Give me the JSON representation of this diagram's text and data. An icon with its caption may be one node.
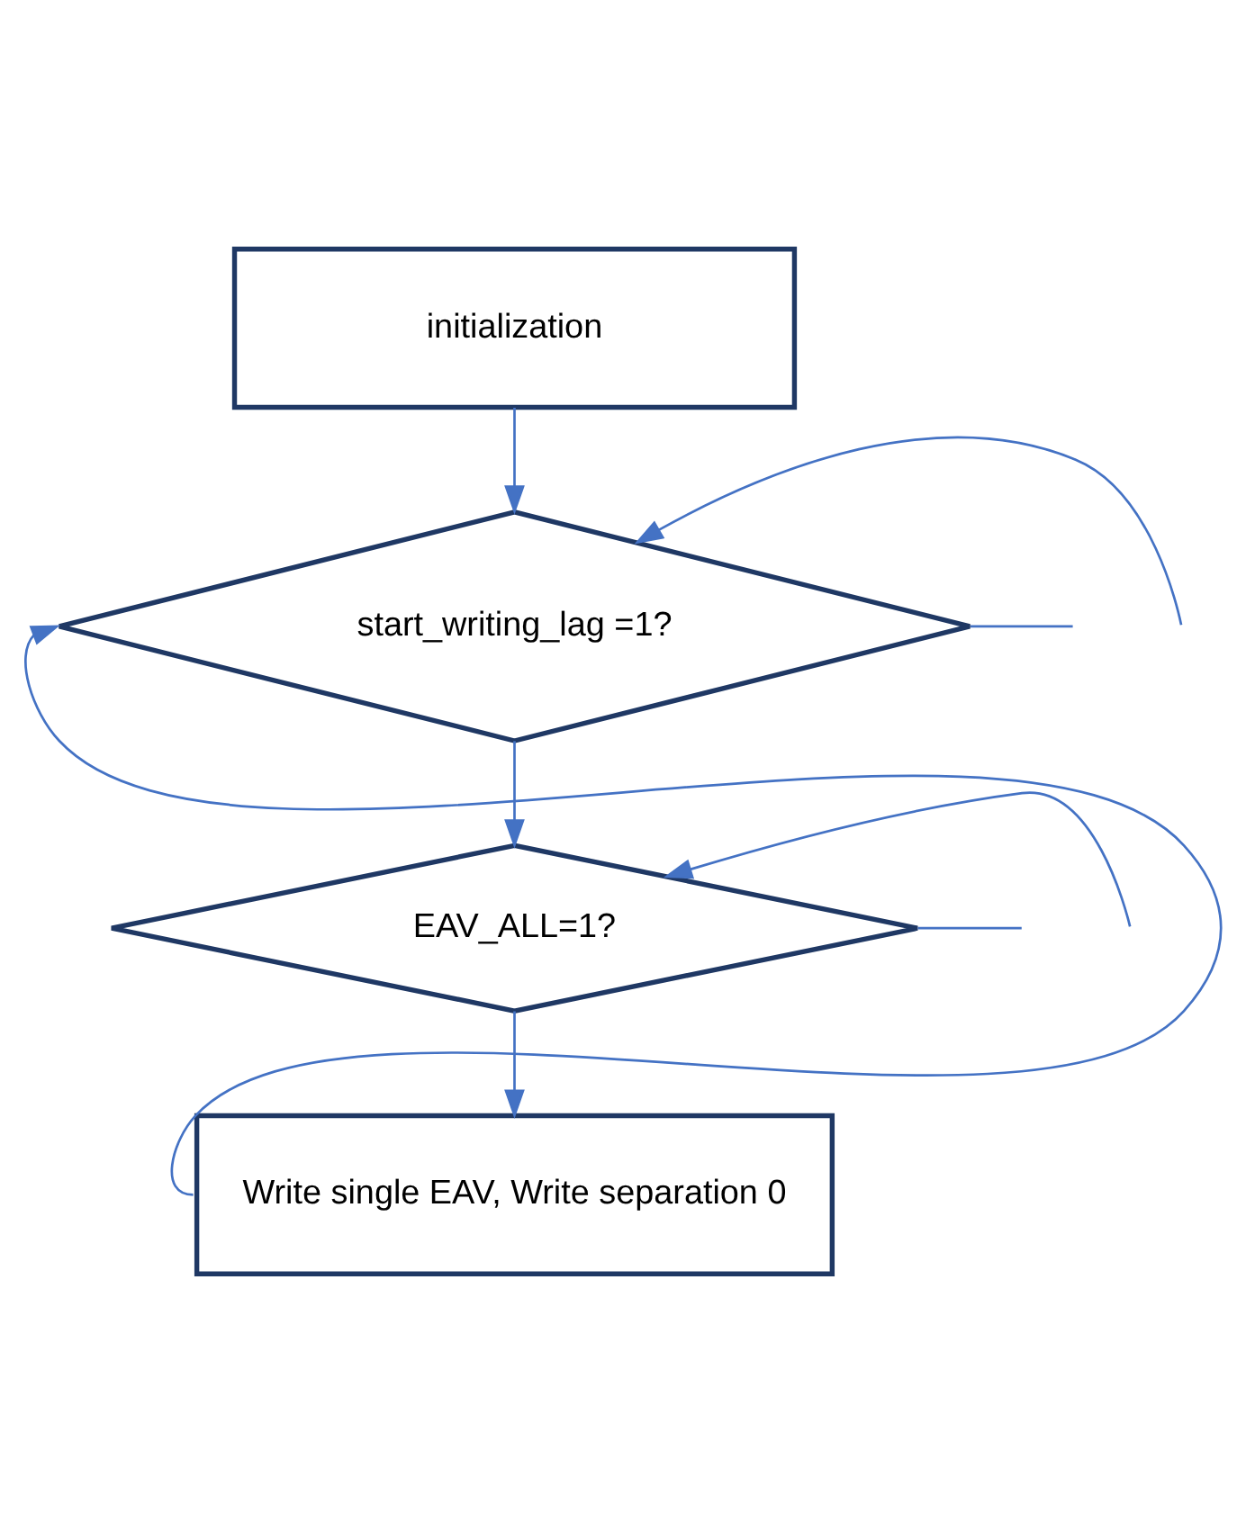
{
  "diagram": {
    "nodes": [
      {
        "text": [
          "initialization"
        ]
      },
      {
        "text": [
          "start_writing_lag =1?"
        ]
      },
      {
        "text": [
          "EAV_ALL=1?"
        ]
      },
      {
        "text": [
          "Write single EAV, Write separation 0"
        ]
      }
    ],
    "edges": [
      {
        "from": 0,
        "to": 1,
        "arrow": "to"
      },
      {
        "from": 3,
        "to": 1,
        "arrow": "to"
      },
      {
        "from": null,
        "to": 1,
        "arrow": "to"
      },
      {
        "from": 1,
        "to": null,
        "arrow": "none"
      },
      {
        "from": 1,
        "to": 2,
        "arrow": "to"
      },
      {
        "from": null,
        "to": 2,
        "arrow": "to"
      },
      {
        "from": 2,
        "to": null,
        "arrow": "none"
      },
      {
        "from": 2,
        "to": 3,
        "arrow": "to"
      }
    ]
  }
}
